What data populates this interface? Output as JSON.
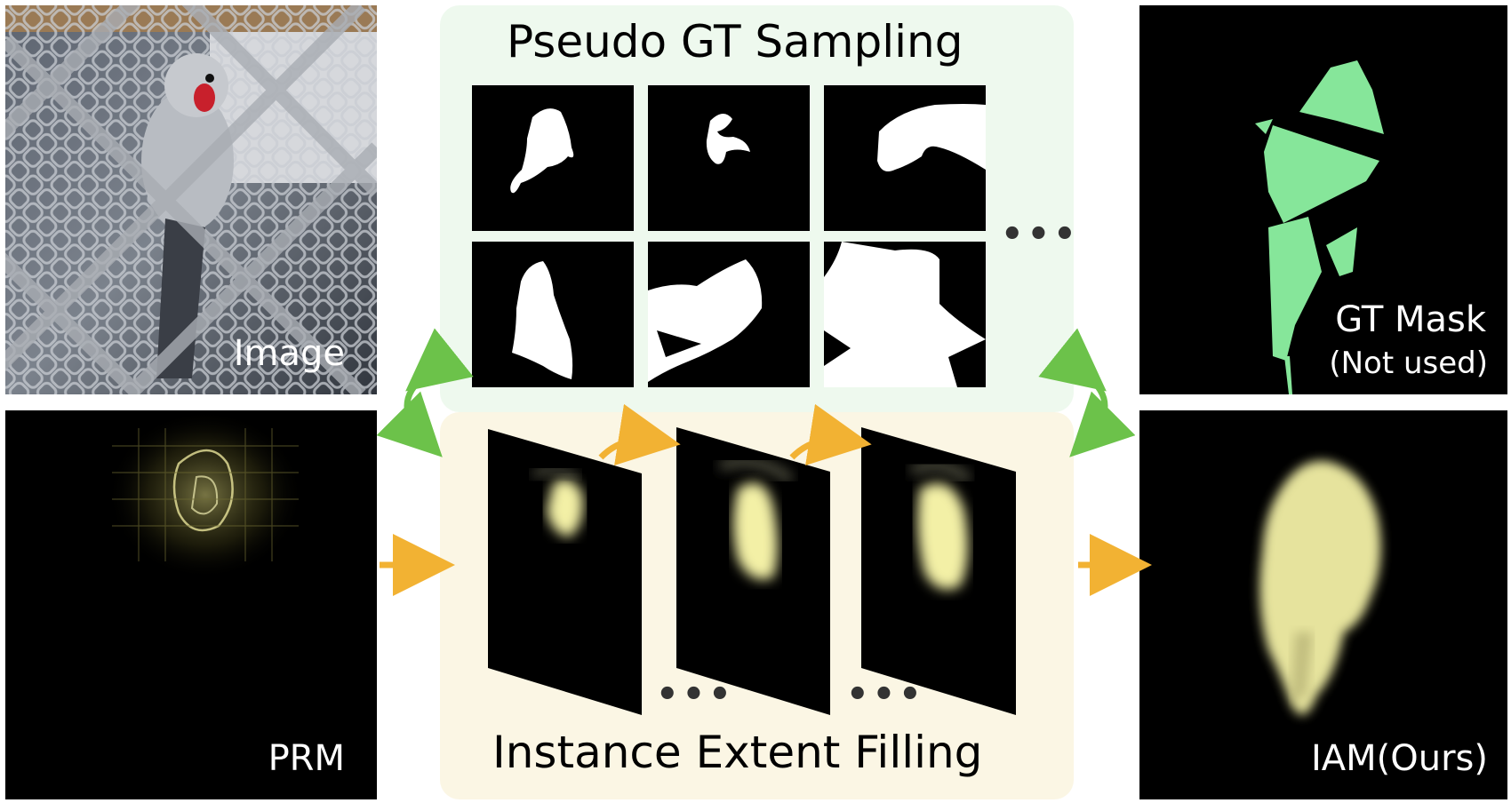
{
  "labels": {
    "image": "Image",
    "prm": "PRM",
    "gt_mask": "GT Mask",
    "not_used": "(Not used)",
    "iam": "IAM(Ours)"
  },
  "titles": {
    "top": "Pseudo GT Sampling",
    "bottom": "Instance Extent Filling"
  },
  "ellipsis": "•••",
  "colors": {
    "top_box": "#eef9ee",
    "bottom_box": "#fbf6e4",
    "green_arrow": "#6cc24a",
    "orange_arrow": "#f2b233",
    "gt_mask_fill": "#86e69a",
    "activation": "#f3f0a6"
  }
}
